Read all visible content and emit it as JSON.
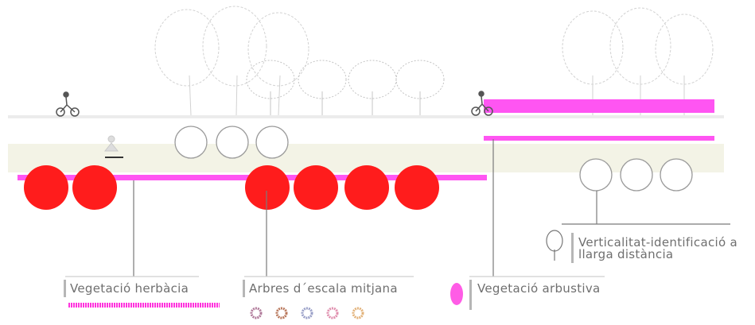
{
  "legend": {
    "herbacia": {
      "label": "Vegetació herbàcia",
      "color": "#ff33dd"
    },
    "arbres": {
      "label": "Arbres d´escala mitjana",
      "swatches": [
        "#b07a9a",
        "#b9785c",
        "#9aa0c8",
        "#e08fae",
        "#e2b27a"
      ]
    },
    "arbustiva": {
      "label": "Vegetació arbustiva",
      "color": "#ff5ce6"
    },
    "verticalitat": {
      "line1": "Verticalitat-identificació a",
      "line2": "llarga distància"
    }
  },
  "colors": {
    "magenta": "#ff55f2",
    "shrub_red": "#ff1c1c",
    "band": "#f3f3e6",
    "path": "#ececec",
    "leader": "#7a7a7a",
    "tree_grey": "#c8c8c8"
  }
}
